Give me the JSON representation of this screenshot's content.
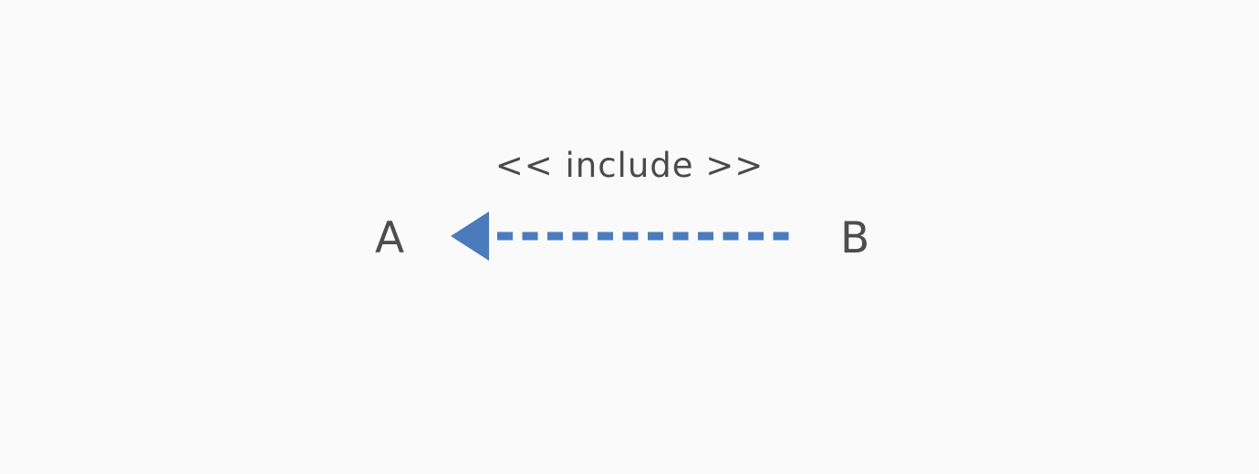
{
  "diagram": {
    "stereotype_label": "<< include >>",
    "nodes": {
      "left": "A",
      "right": "B"
    },
    "connector": {
      "type": "dashed-dependency-arrow",
      "direction": "left",
      "line_style": "dashed",
      "arrowhead": "solid-triangle"
    },
    "colors": {
      "background": "#fafafa",
      "text": "#4a4a4a",
      "arrow": "#4b7bbd"
    }
  }
}
